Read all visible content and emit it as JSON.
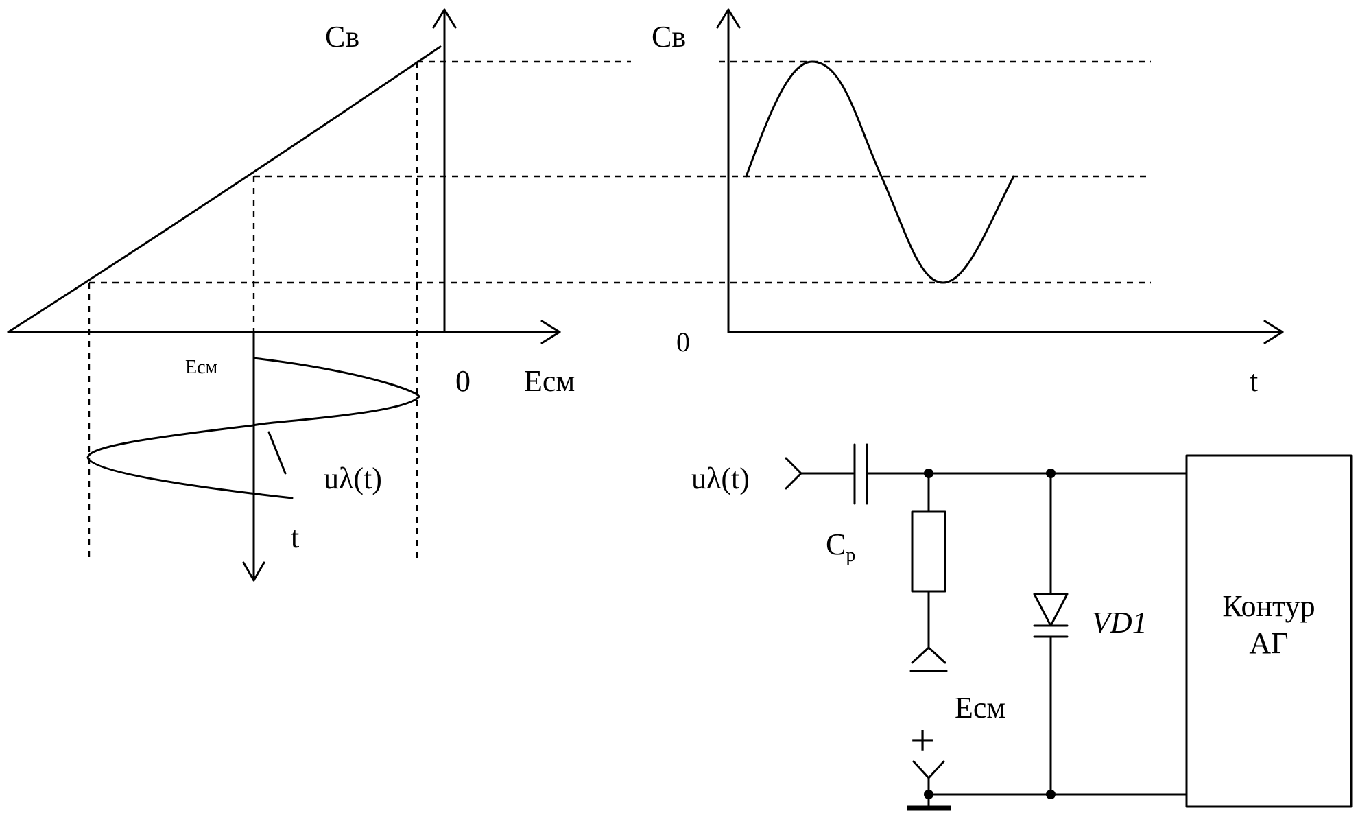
{
  "graph_cap_vs_bias": {
    "y_axis_label": "Св",
    "x_axis_label": "Eсм",
    "origin_label": "0",
    "down_axis_label_top": "Eсм",
    "down_axis_label_bottom": "t",
    "signal_label": "uλ(t)"
  },
  "graph_cap_vs_time": {
    "y_axis_label": "Св",
    "x_axis_label": "t",
    "origin_label": "0"
  },
  "circuit": {
    "input_label": "uλ(t)",
    "capacitor_label_main": "C",
    "capacitor_label_sub": "р",
    "diode_label": "VD1",
    "bias_label": "Eсм",
    "plus_symbol": "+",
    "block_line1": "Контур",
    "block_line2": "АГ"
  }
}
